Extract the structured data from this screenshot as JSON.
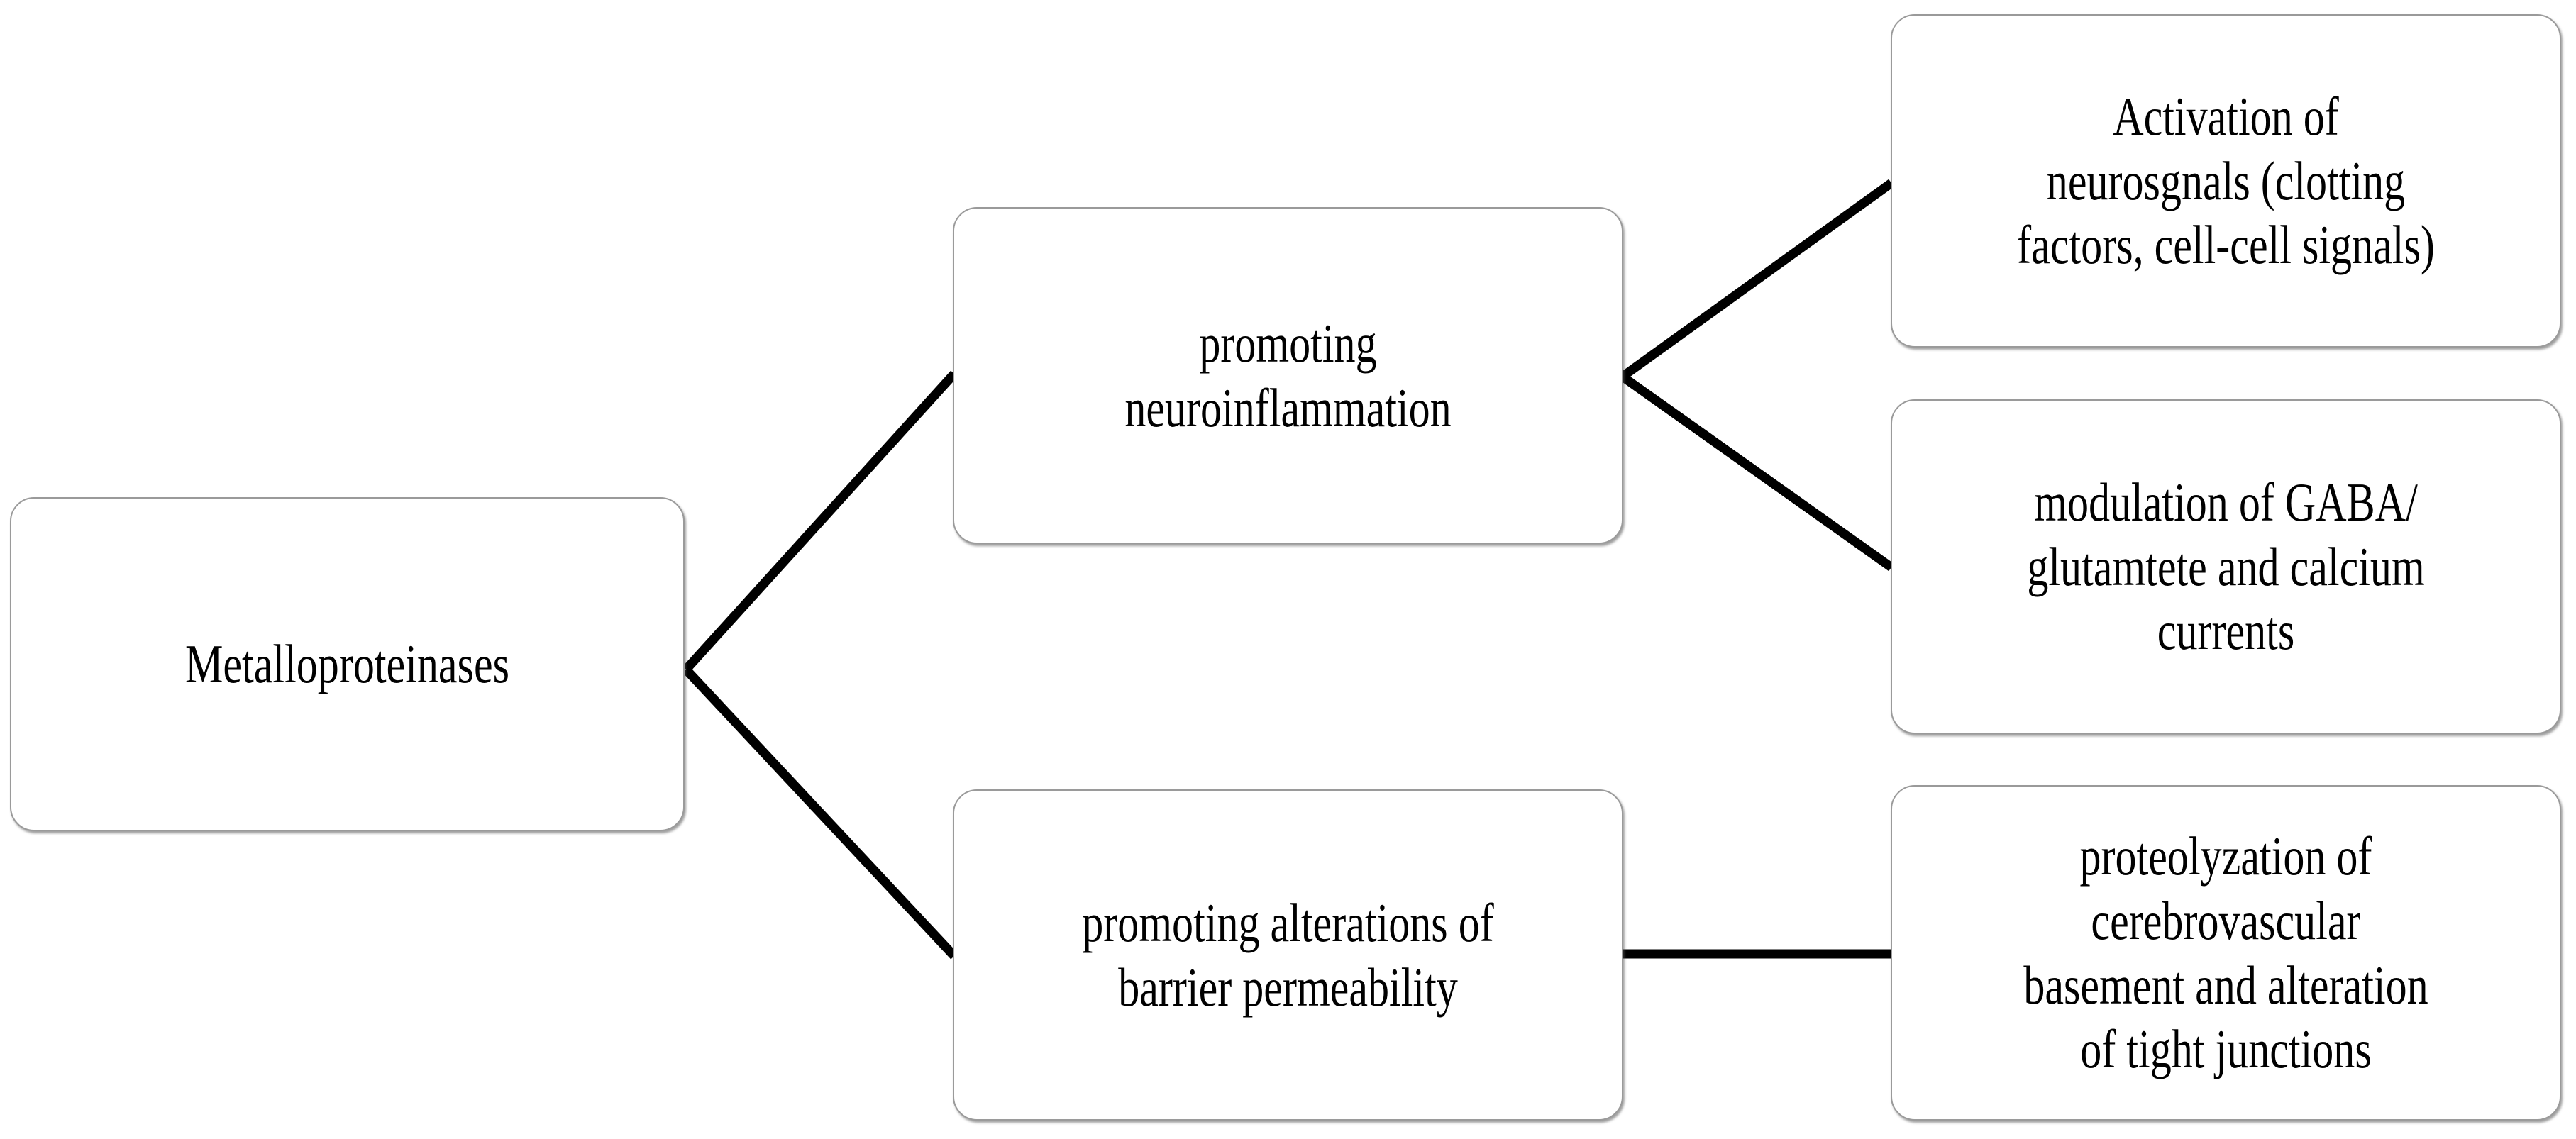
{
  "diagram": {
    "type": "flow-tree",
    "orientation": "left-to-right",
    "background_color": "#ffffff",
    "node_border_color": "#9a9a9a",
    "node_fill_color": "#ffffff",
    "connector_color": "#000000",
    "text_color": "#000000",
    "nodes": [
      {
        "id": "metalloproteinases",
        "label": "Metalloproteinases",
        "level": 0
      },
      {
        "id": "neuroinflammation",
        "label": "promoting\nneuroinflammation",
        "level": 1
      },
      {
        "id": "barrier-permeability",
        "label": "promoting alterations of\nbarrier permeability",
        "level": 1
      },
      {
        "id": "neurosignals",
        "label": "Activation of\nneurosgnals (clotting\nfactors, cell-cell signals)",
        "level": 2
      },
      {
        "id": "gaba-modulation",
        "label": "modulation of GABA/\nglutamtete and calcium\ncurrents",
        "level": 2
      },
      {
        "id": "proteolyzation",
        "label": "proteolyzation of\ncerebrovascular\nbasement and  alteration\nof tight junctions",
        "level": 2
      }
    ],
    "edges": [
      {
        "from": "metalloproteinases",
        "to": "neuroinflammation"
      },
      {
        "from": "metalloproteinases",
        "to": "barrier-permeability"
      },
      {
        "from": "neuroinflammation",
        "to": "neurosignals"
      },
      {
        "from": "neuroinflammation",
        "to": "gaba-modulation"
      },
      {
        "from": "barrier-permeability",
        "to": "proteolyzation"
      }
    ]
  }
}
